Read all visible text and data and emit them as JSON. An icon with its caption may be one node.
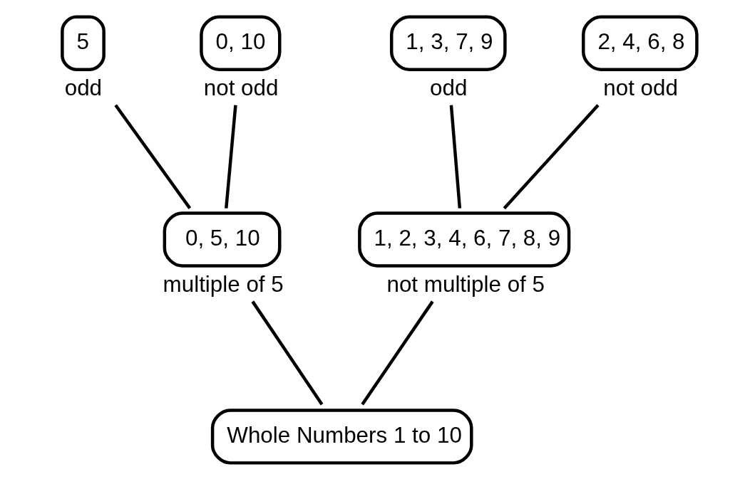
{
  "diagram": {
    "nodes": [
      {
        "text": [
          "5"
        ],
        "beside": [
          "odd"
        ]
      },
      {
        "text": [
          "0, 10"
        ],
        "beside": [
          "not odd"
        ]
      },
      {
        "text": [
          "1, 3, 7, 9"
        ],
        "beside": [
          "odd"
        ]
      },
      {
        "text": [
          "2, 4, 6, 8"
        ],
        "beside": [
          "not odd"
        ]
      },
      {
        "text": [
          "0, 5, 10"
        ],
        "beside": [
          "multiple of 5"
        ]
      },
      {
        "text": [
          "1, 2, 3, 4, 6, 7, 8, 9"
        ],
        "beside": [
          "not multiple of 5"
        ]
      },
      {
        "text": [
          "Whole Numbers 1 to 10"
        ]
      }
    ],
    "edges": [
      {
        "from": 6,
        "to": 4,
        "arrow": "none"
      },
      {
        "from": 6,
        "to": 5,
        "arrow": "none"
      },
      {
        "from": 4,
        "to": 0,
        "arrow": "none"
      },
      {
        "from": 4,
        "to": 1,
        "arrow": "none"
      },
      {
        "from": 5,
        "to": 2,
        "arrow": "none"
      },
      {
        "from": 5,
        "to": 3,
        "arrow": "none"
      }
    ]
  }
}
